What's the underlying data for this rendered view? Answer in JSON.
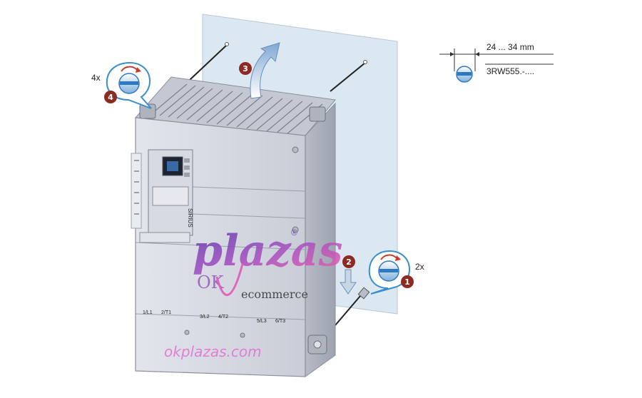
{
  "dimension": {
    "range": "24 ... 34 mm",
    "part_number": "3RW555.-...."
  },
  "counts": {
    "top_screws": "4x",
    "bottom_screws": "2x"
  },
  "steps": {
    "step1": "1",
    "step2": "2",
    "step3": "3",
    "step4": "4"
  },
  "device": {
    "brand_side": "SIRIUS",
    "terminals_top": [
      "1/L1",
      "3/L2",
      "5/L3"
    ],
    "terminals_bottom": [
      "2/T1",
      "4/T2",
      "6/T3"
    ]
  },
  "watermark": {
    "logo_word": "plazas",
    "logo_ok": "OK",
    "logo_sub": "ecommerce",
    "registered": "®",
    "url": "okplazas.com"
  },
  "colors": {
    "step_badge": "#8b2b22",
    "arrow_blue": "#2f78c2",
    "panel_fill": "#dde9f2",
    "device_body": "#cfd3dc",
    "watermark_purple": "#6b3fa0",
    "watermark_pink": "#e64fb5"
  }
}
